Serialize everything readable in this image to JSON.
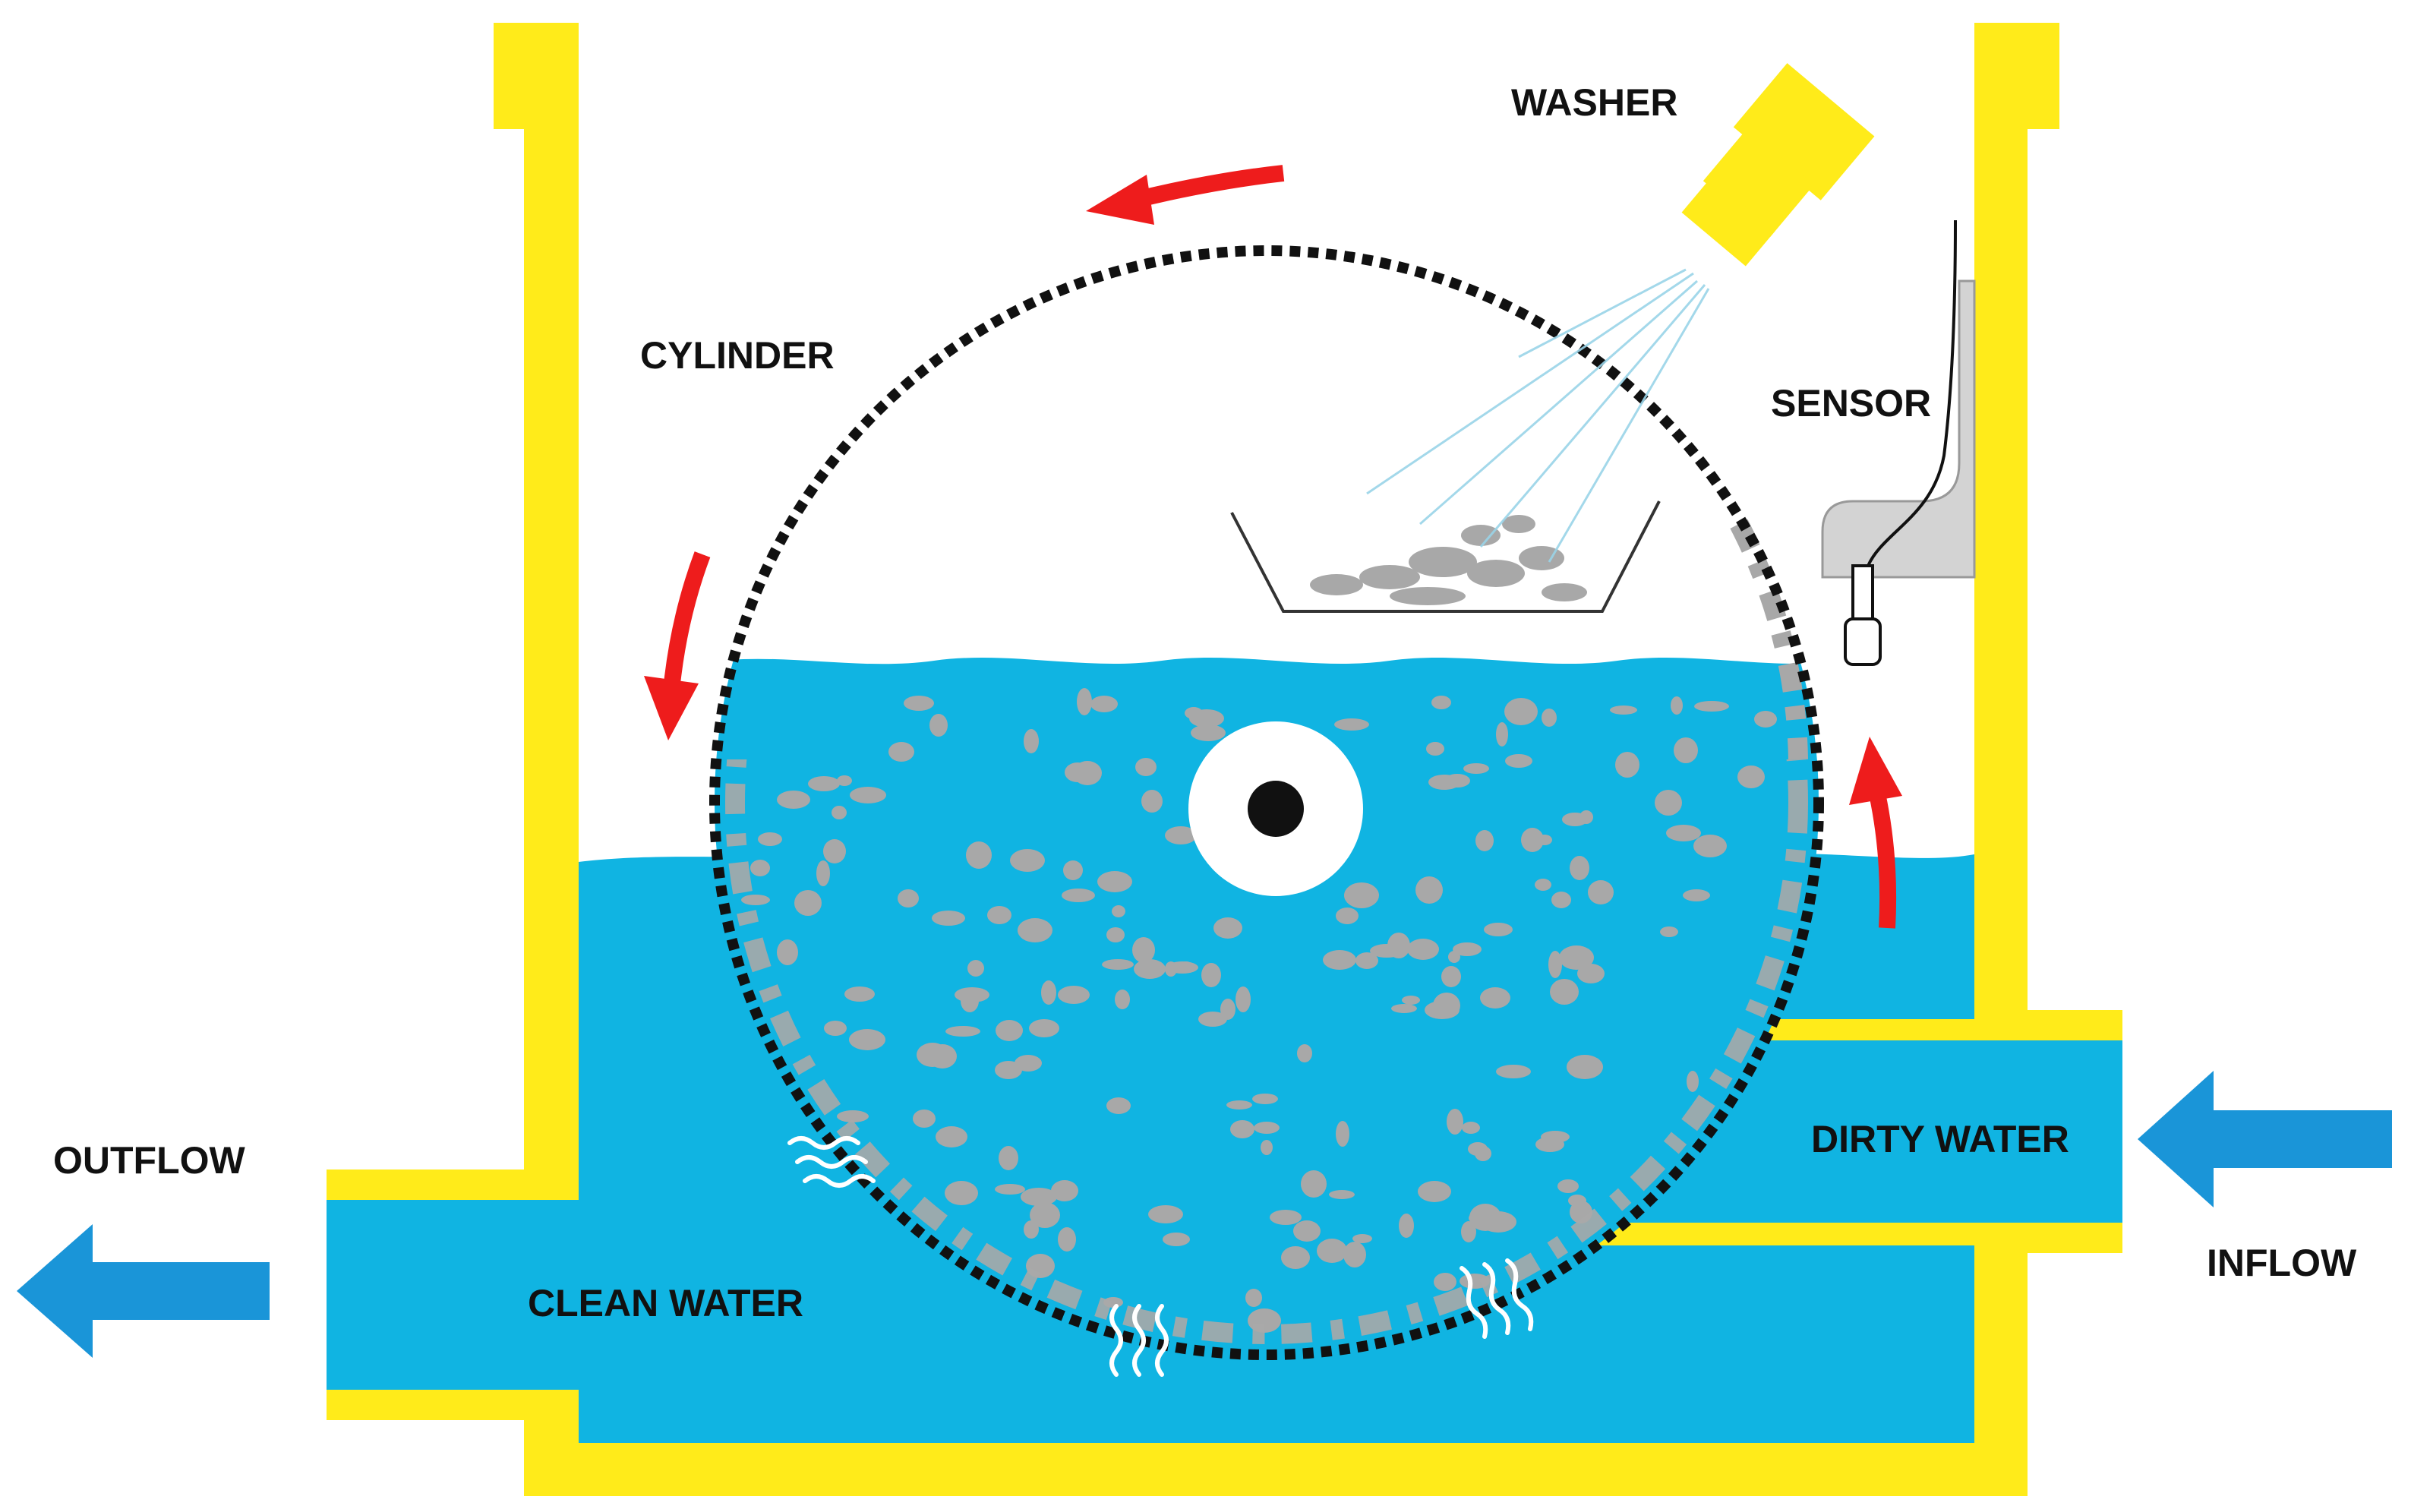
{
  "labels": {
    "washer": "WASHER",
    "cylinder": "CYLINDER",
    "sensor": "SENSOR",
    "dirty_water": "DIRTY WATER",
    "clean_water": "CLEAN WATER",
    "outflow": "OUTFLOW",
    "inflow": "INFLOW"
  },
  "colors": {
    "tank_wall": "#ffeb1a",
    "water": "#10b4e2",
    "flow_arrow": "#1a95d8",
    "rotation_arrow": "#ee1c1c",
    "particles": "#a8a8a8",
    "cylinder_mesh": "#111111",
    "sensor_housing": "#d3d3d3",
    "filtrate_waves": "#ffffff"
  },
  "icons": {
    "washer": "spray-nozzle-icon",
    "sensor": "float-switch-icon",
    "inflow": "left-arrow-icon",
    "outflow": "left-arrow-icon",
    "rotation": "curved-arrow-icon"
  }
}
